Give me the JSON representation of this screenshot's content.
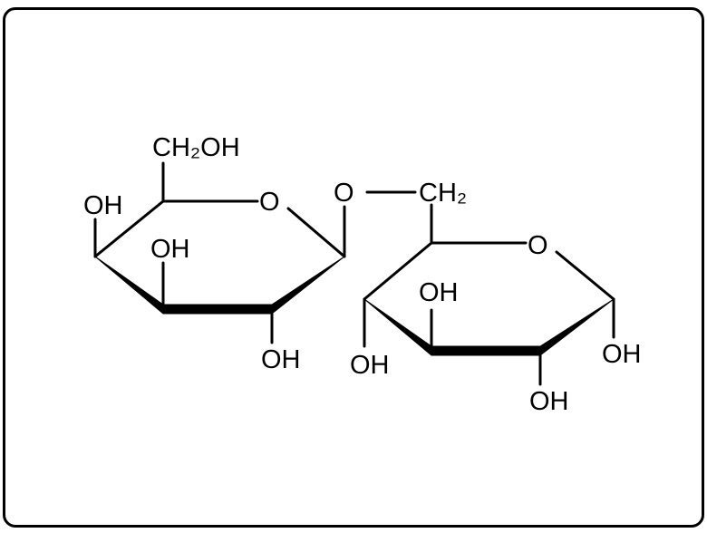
{
  "molecule": {
    "left_ring": {
      "ch2oh": "CH₂OH",
      "ring_oxygen": "O",
      "oh_c4": "OH",
      "oh_c3": "OH",
      "oh_c2": "OH"
    },
    "linkage": {
      "bridge_oxygen": "O",
      "ch2": "CH₂"
    },
    "right_ring": {
      "ring_oxygen": "O",
      "oh_c4": "OH",
      "oh_c3": "OH",
      "oh_c2": "OH",
      "oh_c1": "OH"
    }
  }
}
